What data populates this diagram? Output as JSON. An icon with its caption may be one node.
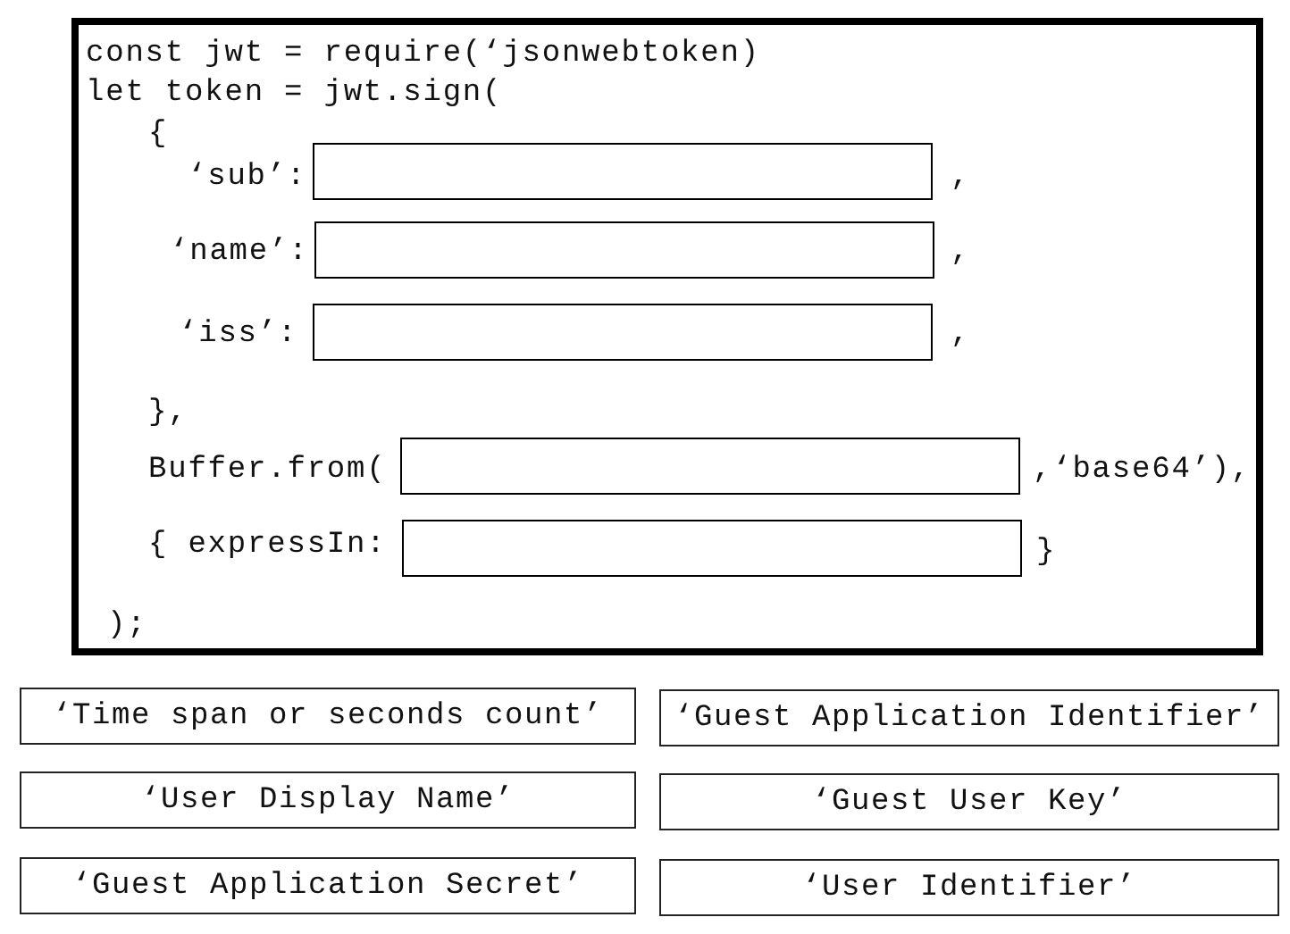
{
  "diagram": {
    "nodes": [
      {
        "text": [
          "const jwt = require(‘jsonwebtoken)",
          "let token = jwt.sign(",
          "{",
          "‘sub’:",
          ",",
          "‘name’:",
          ",",
          "‘iss’:",
          ",",
          "},",
          "Buffer.from(",
          ",‘base64’),",
          "{ expressIn:",
          "}",
          ");"
        ]
      },
      {
        "text": [],
        "shape": "box",
        "in": 0
      },
      {
        "text": [],
        "shape": "box",
        "in": 0
      },
      {
        "text": [],
        "shape": "box",
        "in": 0
      },
      {
        "text": [],
        "shape": "box",
        "in": 0
      },
      {
        "text": [],
        "shape": "box",
        "in": 0
      },
      {
        "text": [
          "‘Time span or seconds count’"
        ]
      },
      {
        "text": [
          "‘Guest Application Identifier’"
        ]
      },
      {
        "text": [
          "‘User Display Name’"
        ]
      },
      {
        "text": [
          "‘Guest User Key’"
        ]
      },
      {
        "text": [
          "‘Guest Application Secret’"
        ]
      },
      {
        "text": [
          "‘User Identifier’"
        ]
      }
    ]
  }
}
